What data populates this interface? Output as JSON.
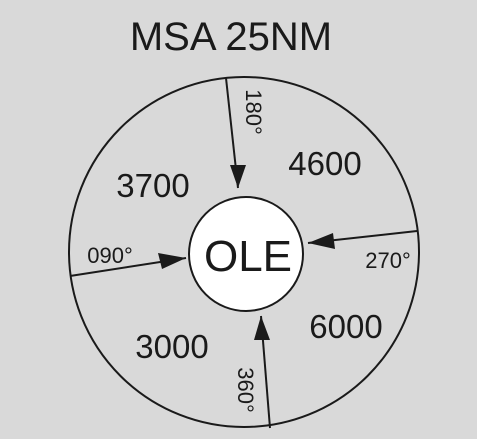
{
  "title": "MSA 25NM",
  "fix": "OLE",
  "sectors": {
    "nw": "3700",
    "ne": "4600",
    "sw": "3000",
    "se": "6000"
  },
  "bearings": {
    "north": "180°",
    "west": "090°",
    "east": "270°",
    "south": "360°"
  },
  "colors": {
    "background": "#d9d9d9",
    "ink": "#1a1a1a",
    "fix_fill": "#ffffff"
  }
}
